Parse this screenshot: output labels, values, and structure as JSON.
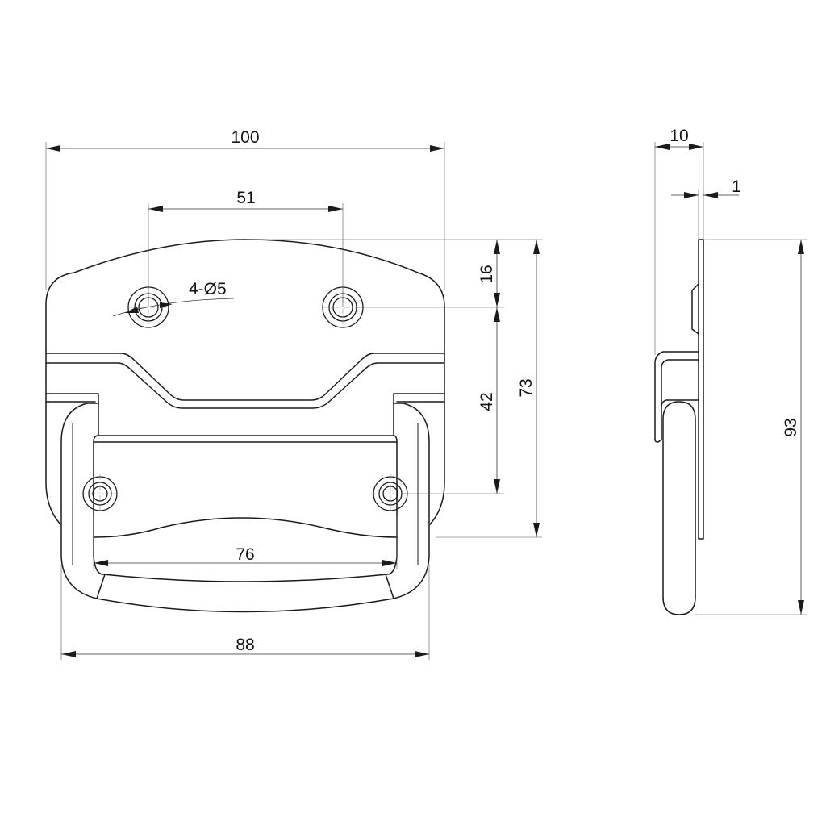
{
  "drawing": {
    "colors": {
      "line": "#1a1a1a",
      "background": "#ffffff"
    },
    "front_view": {
      "dimensions": {
        "overall_width": "100",
        "hole_spacing_top": "51",
        "hole_callout": "4-Ø5",
        "top_to_hole": "16",
        "hole_to_hole_vertical": "42",
        "plate_height": "73",
        "hole_spacing_bottom": "76",
        "handle_width": "88"
      }
    },
    "side_view": {
      "dimensions": {
        "depth": "10",
        "thickness": "1",
        "overall_height": "93"
      }
    }
  }
}
